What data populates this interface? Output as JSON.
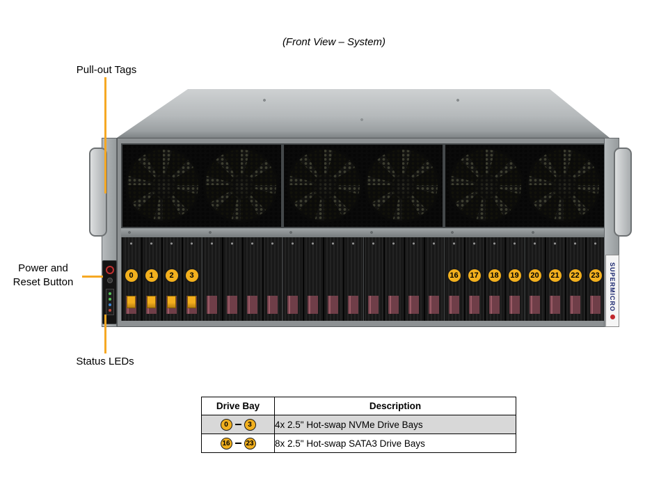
{
  "title": "(Front View – System)",
  "callouts": {
    "pull_out_tags": "Pull-out Tags",
    "power_line1": "Power and",
    "power_line2": "Reset Button",
    "status_leds": "Status LEDs"
  },
  "server": {
    "brand": "SUPERMICRO",
    "nvme_bays": [
      "0",
      "1",
      "2",
      "3"
    ],
    "sata_bays": [
      "16",
      "17",
      "18",
      "19",
      "20",
      "21",
      "22",
      "23"
    ]
  },
  "table": {
    "headers": [
      "Drive Bay",
      "Description"
    ],
    "rows": [
      {
        "from": "0",
        "to": "3",
        "description": "4x 2.5\" Hot-swap NVMe Drive Bays"
      },
      {
        "from": "16",
        "to": "23",
        "description": "8x 2.5\" Hot-swap SATA3 Drive Bays"
      }
    ]
  },
  "colors": {
    "badge": "#F2B01E",
    "callout": "#F6A823"
  }
}
